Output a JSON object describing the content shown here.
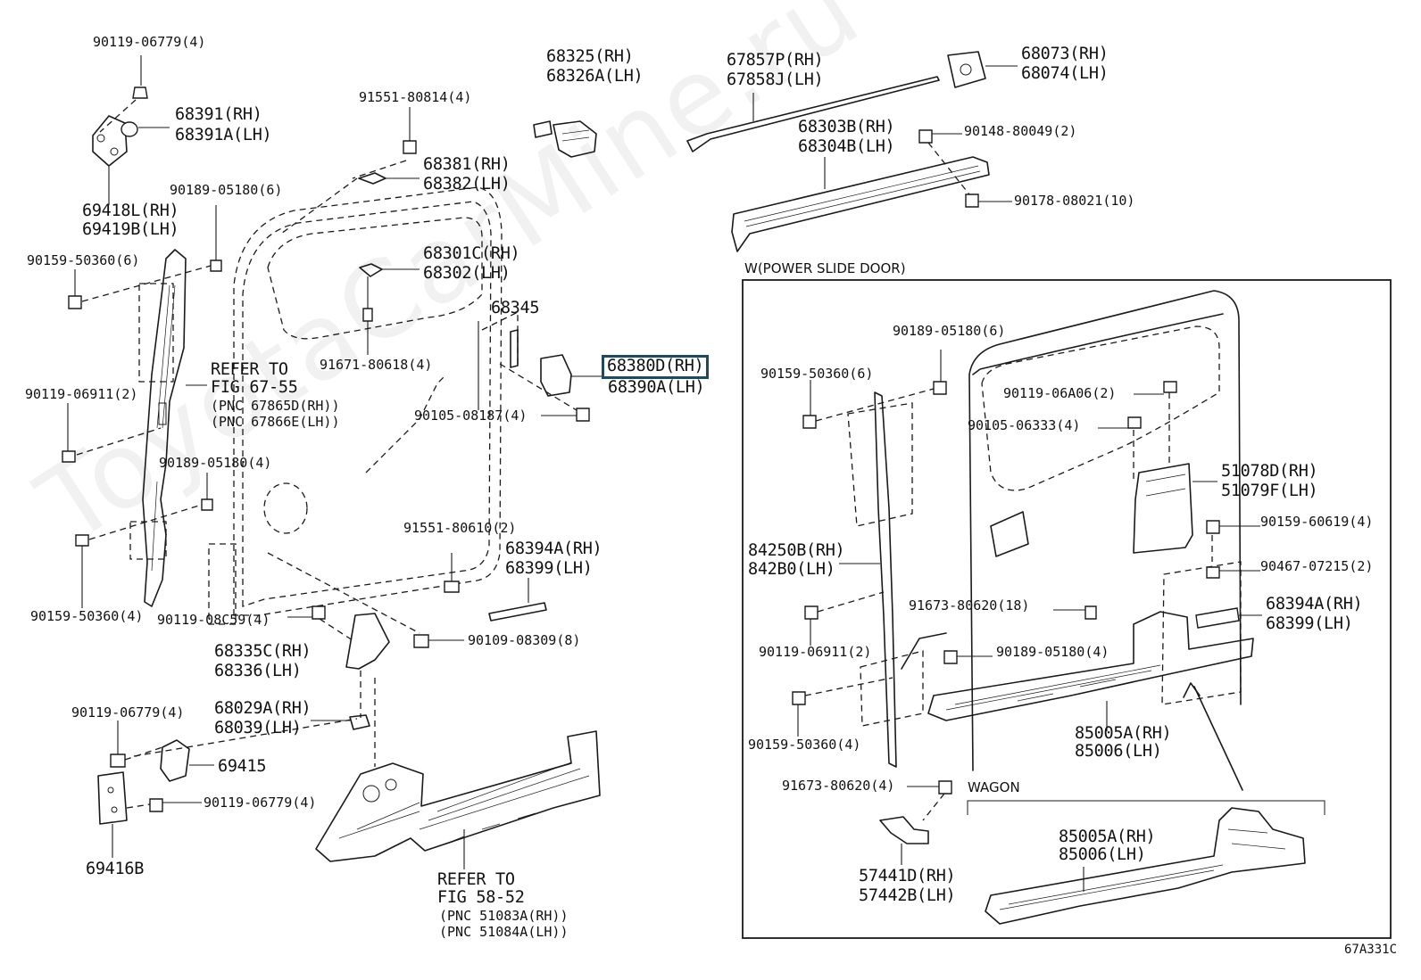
{
  "watermark": "ToyotaCarMine.ru",
  "figure_code": "67A331C",
  "sections": {
    "power_slide_door": "W(POWER SLIDE DOOR)",
    "wagon": "WAGON"
  },
  "colors": {
    "line": "#1a1a1a",
    "highlight_border": "#24475a"
  },
  "labels": {
    "p90119_06779_top": "90119-06779(4)",
    "p68391": "68391(RH)",
    "p68391a": "68391A(LH)",
    "p69418l": "69418L(RH)",
    "p69419b": "69419B(LH)",
    "p90189_05180_a": "90189-05180(6)",
    "p90159_50360_a": "90159-50360(6)",
    "p91551_80814": "91551-80814(4)",
    "p68381": "68381(RH)",
    "p68382": "68382(LH)",
    "p68301c": "68301C(RH)",
    "p68302": "68302(LH)",
    "p68325": "68325(RH)",
    "p68326a": "68326A(LH)",
    "p68345": "68345",
    "p91671_80618": "91671-80618(4)",
    "refer_67_55": "REFER TO",
    "refer_67_55_fig": "FIG 67-55",
    "refer_67_55_pnc_rh": "(PNC 67865D(RH))",
    "refer_67_55_pnc_lh": "(PNC 67866E(LH))",
    "p90119_06911_a": "90119-06911(2)",
    "p68380d": "68380D(RH)",
    "p68390a": "68390A(LH)",
    "p90105_08187": "90105-08187(4)",
    "p90189_05180_b": "90189-05180(4)",
    "p91551_80610": "91551-80610(2)",
    "p68394a_a": "68394A(RH)",
    "p68399_a": "68399(LH)",
    "p90159_50360_b": "90159-50360(4)",
    "p90119_08c59": "90119-08C59(4)",
    "p90109_08309": "90109-08309(8)",
    "p68335c": "68335C(RH)",
    "p68336": "68336(LH)",
    "p90119_06779_b": "90119-06779(4)",
    "p68029a": "68029A(RH)",
    "p68039": "68039(LH)",
    "p69415": "69415",
    "p90119_06779_c": "90119-06779(4)",
    "p69416b": "69416B",
    "refer_58_52": "REFER TO",
    "refer_58_52_fig": "FIG 58-52",
    "refer_58_52_pnc_rh": "(PNC 51083A(RH))",
    "refer_58_52_pnc_lh": "(PNC 51084A(LH))",
    "p67857p": "67857P(RH)",
    "p67858j": "67858J(LH)",
    "p68073": "68073(RH)",
    "p68074": "68074(LH)",
    "p68303b": "68303B(RH)",
    "p68304b": "68304B(LH)",
    "p90148_80049": "90148-80049(2)",
    "p90178_08021": "90178-08021(10)",
    "p90189_05180_c": "90189-05180(6)",
    "p90159_50360_c": "90159-50360(6)",
    "p90119_06a06": "90119-06A06(2)",
    "p90105_06333": "90105-06333(4)",
    "p51078d": "51078D(RH)",
    "p51079f": "51079F(LH)",
    "p90159_60619": "90159-60619(4)",
    "p90467_07215": "90467-07215(2)",
    "p84250b": "84250B(RH)",
    "p842b0": "842B0(LH)",
    "p91673_80620_a": "91673-80620(18)",
    "p68394a_b": "68394A(RH)",
    "p68399_b": "68399(LH)",
    "p90119_06911_b": "90119-06911(2)",
    "p90189_05180_d": "90189-05180(4)",
    "p90159_50360_d": "90159-50360(4)",
    "p85005a_a": "85005A(RH)",
    "p85006_a": "85006(LH)",
    "p91673_80620_b": "91673-80620(4)",
    "p57441d": "57441D(RH)",
    "p57442b": "57442B(LH)",
    "p85005a_b": "85005A(RH)",
    "p85006_b": "85006(LH)"
  }
}
